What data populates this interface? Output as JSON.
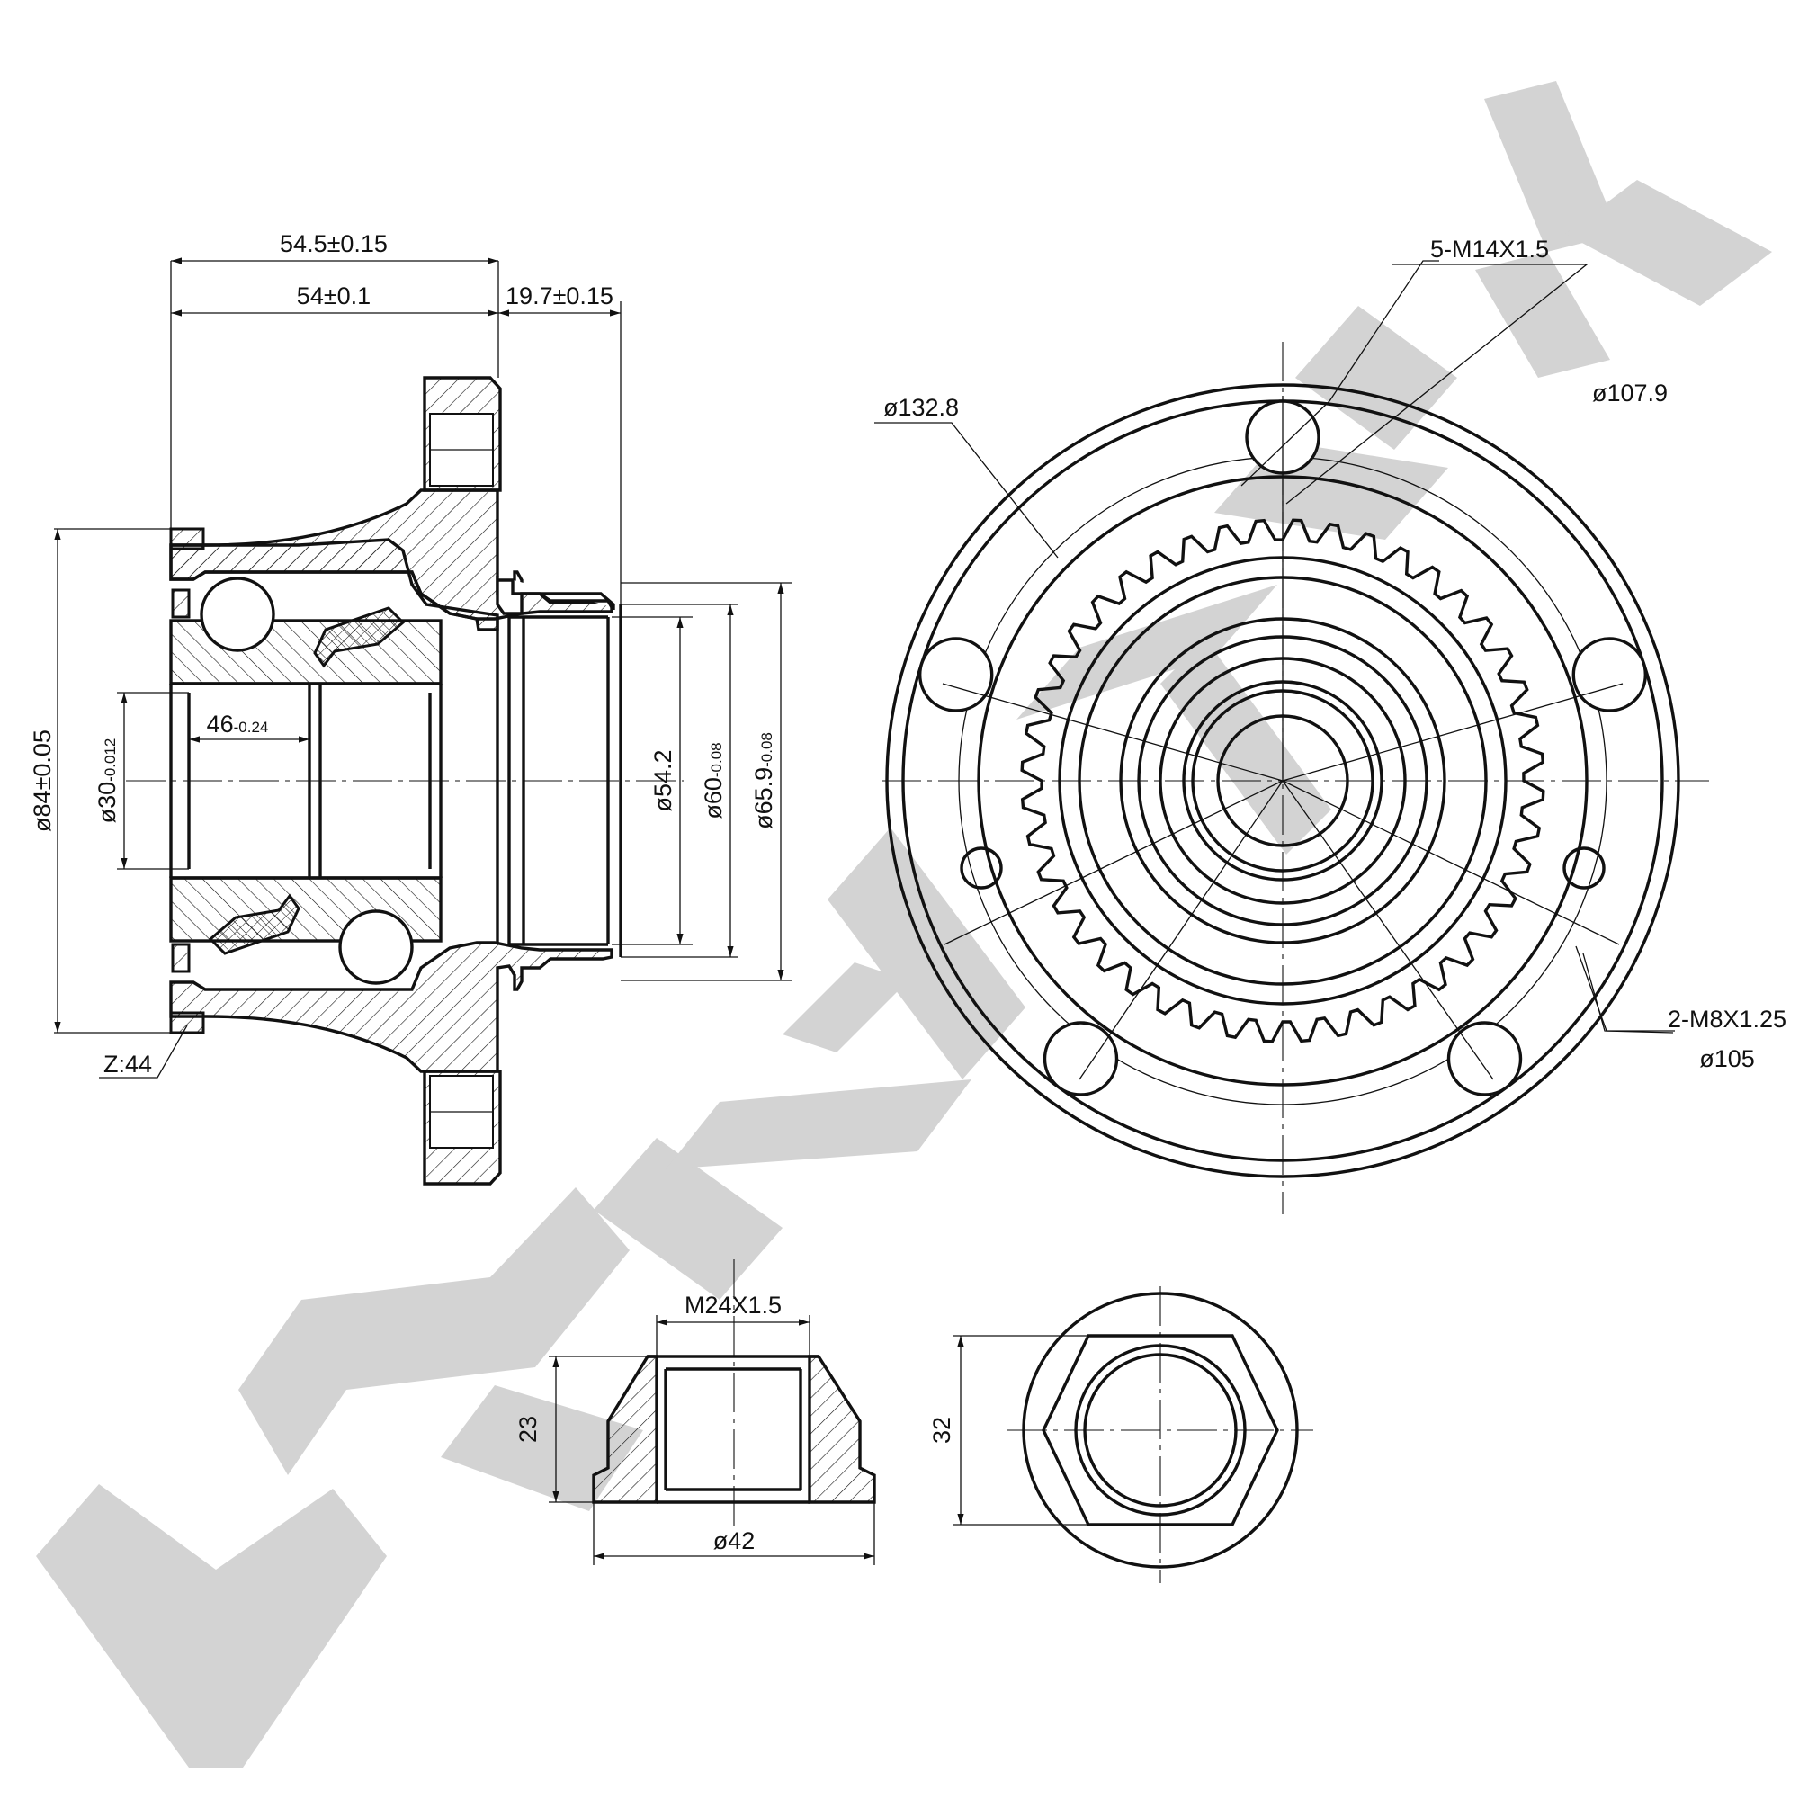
{
  "watermark": {
    "text": "ZENTEK"
  },
  "side_view": {
    "dims": {
      "overall_length": "54.5±0.15",
      "bearing_length": "54±0.1",
      "spigot_length": "19.7±0.15",
      "flange_dia": "ø84±0.05",
      "bore_main": "ø30",
      "bore_tol": "-0.012",
      "inner_width_main": "46",
      "inner_width_tol": "-0.24",
      "spigot_inner": "ø54.2",
      "spigot_outer_main": "ø60",
      "spigot_outer_tol": "-0.08",
      "pilot_main": "ø65.9",
      "pilot_tol": "-0.08",
      "abs_teeth": "Z:44"
    }
  },
  "front_view": {
    "dims": {
      "pcd_outer": "ø132.8",
      "studs": "5-M14X1.5",
      "pcd_stud": "ø107.9",
      "aux_thread": "2-M8X1.25",
      "aux_pcd": "ø105"
    }
  },
  "nut_section": {
    "dims": {
      "thread": "M24X1.5",
      "height": "23",
      "diameter": "ø42"
    }
  },
  "nut_front": {
    "dims": {
      "width": "32"
    }
  }
}
